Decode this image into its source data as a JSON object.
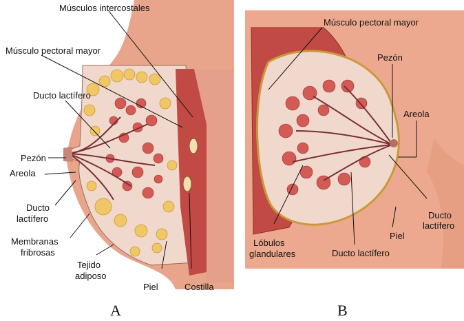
{
  "panels": [
    {
      "letter": "A",
      "labels": {
        "intercostal": "Músculos intercostales",
        "pectoral": "Músculo pectoral mayor",
        "duct_upper": "Ducto lactífero",
        "nipple": "Pezón",
        "areola": "Areola",
        "duct_lower_1": "Ducto",
        "duct_lower_2": "lactífero",
        "membranes_1": "Membranas",
        "membranes_2": "fribrosas",
        "adipose_1": "Tejido",
        "adipose_2": "adiposo",
        "skin": "Piel",
        "rib": "Costilla"
      }
    },
    {
      "letter": "B",
      "labels": {
        "pectoral": "Músculo pectoral mayor",
        "nipple": "Pezón",
        "areola": "Areola",
        "duct_right_1": "Ducto",
        "duct_right_2": "lactífero",
        "skin": "Piel",
        "lobules_1": "Lóbulos",
        "lobules_2": "glandulares",
        "duct_bottom": "Ducto lactífero"
      }
    }
  ],
  "colors": {
    "skin": "#e8a58c",
    "skin_light": "#f2c2ae",
    "muscle": "#c24a44",
    "lobule": "#d35a55",
    "fat": "#f0c766",
    "duct": "#7a2e34",
    "background": "#ffffff"
  }
}
